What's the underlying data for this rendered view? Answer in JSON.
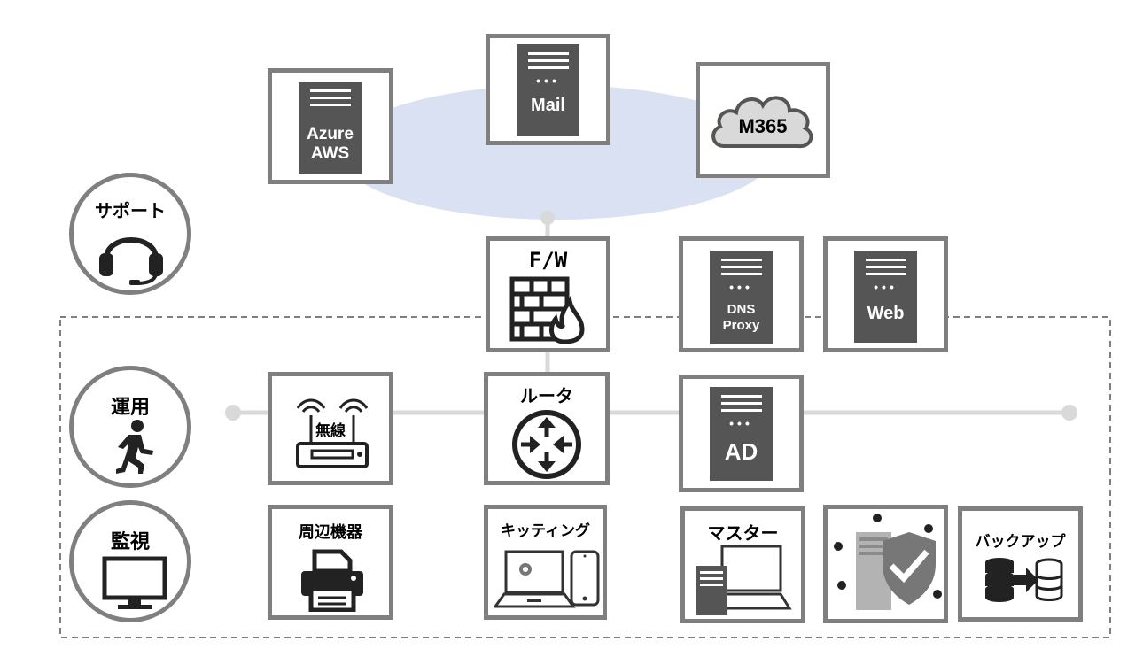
{
  "colors": {
    "frame": "#7f7f7f",
    "server": "#555555",
    "cloud_ellipse": "#d9e1f2",
    "connector": "#d9d9d9",
    "dashed_border": "#7f7f7f"
  },
  "cloud_services": {
    "azure": {
      "line1": "Azure",
      "line2": "AWS",
      "icon": "server-icon"
    },
    "mail": {
      "label": "Mail",
      "icon": "server-icon"
    },
    "m365": {
      "label": "M365",
      "icon": "cloud-icon"
    }
  },
  "side_circles": {
    "support": {
      "label": "サポート",
      "icon": "headset-icon"
    },
    "operation": {
      "label": "運用",
      "icon": "running-person-icon"
    },
    "monitoring": {
      "label": "監視",
      "icon": "monitor-icon"
    }
  },
  "core": {
    "firewall": {
      "label": "F/W",
      "icon": "firewall-icon"
    },
    "dns_proxy": {
      "line1": "DNS",
      "line2": "Proxy",
      "icon": "server-icon"
    },
    "web": {
      "label": "Web",
      "icon": "server-icon"
    },
    "wireless": {
      "label": "無線",
      "icon": "wifi-router-icon"
    },
    "router": {
      "label": "ルータ",
      "icon": "router-icon"
    },
    "ad": {
      "label": "AD",
      "icon": "server-icon"
    }
  },
  "bottom_row": {
    "peripherals": {
      "label": "周辺機器",
      "icon": "printer-icon"
    },
    "kitting": {
      "label": "キッティング",
      "icon": "laptop-phone-icon"
    },
    "master": {
      "label": "マスター",
      "icon": "desktop-icon"
    },
    "security": {
      "icon": "shield-check-icon"
    },
    "backup": {
      "label": "バックアップ",
      "icon": "database-backup-icon"
    }
  }
}
